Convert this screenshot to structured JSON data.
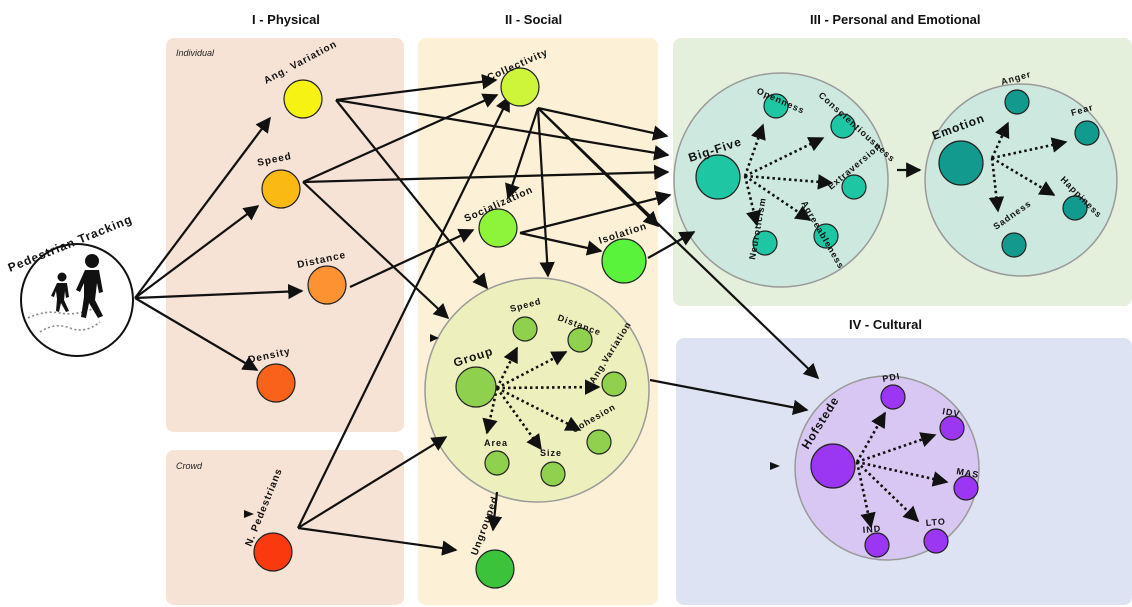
{
  "sections": {
    "physical": "I - Physical",
    "social": "II - Social",
    "personal": "III - Personal and Emotional",
    "cultural": "IV - Cultural"
  },
  "panels": {
    "individual": "Individual",
    "crowd": "Crowd"
  },
  "nodes": {
    "pedestrian_tracking": "Pedestrian Tracking",
    "ang_variation": "Ang. Variation",
    "speed": "Speed",
    "distance": "Distance",
    "density": "Density",
    "n_pedestrians": "N. Pedestrians",
    "collectivity": "Collectivity",
    "socialization": "Socialization",
    "isolation": "Isolation",
    "group": "Group",
    "group_speed": "Speed",
    "group_distance": "Distance",
    "group_ang_variation": "Ang.Variation",
    "group_cohesion": "Cohesion",
    "group_size": "Size",
    "group_area": "Area",
    "ungrouped": "Ungrouped",
    "big_five": "Big-Five",
    "openness": "Openness",
    "conscientiousness": "Conscientiousness",
    "extraversion": "Extraversion",
    "agreeableness": "Agreeableness",
    "neuroticism": "Neuroticism",
    "emotion": "Emotion",
    "anger": "Anger",
    "fear": "Fear",
    "happiness": "Happiness",
    "sadness": "Sadness",
    "hofstede": "Hofstede",
    "pdi": "PDI",
    "idv": "IDV",
    "mas": "MAS",
    "lto": "LTO",
    "ind": "IND"
  },
  "colors": {
    "physical_bg": "#f7e3d6",
    "social_bg": "#fcf1d6",
    "personal_bg": "#e4f0dc",
    "cultural_bg": "#dde3f3",
    "yellow": "#f6f212",
    "amber": "#fbb913",
    "orange": "#fc9231",
    "deep_orange": "#f9621a",
    "red": "#fa3a0e",
    "lime": "#cdf53a",
    "green_light": "#8ef43a",
    "green_bright": "#5af33c",
    "green_mid": "#8fd14f",
    "green_dark": "#3bc43b",
    "teal": "#1fc6a4",
    "dark_teal": "#139a8e",
    "purple": "#9b36f2"
  }
}
